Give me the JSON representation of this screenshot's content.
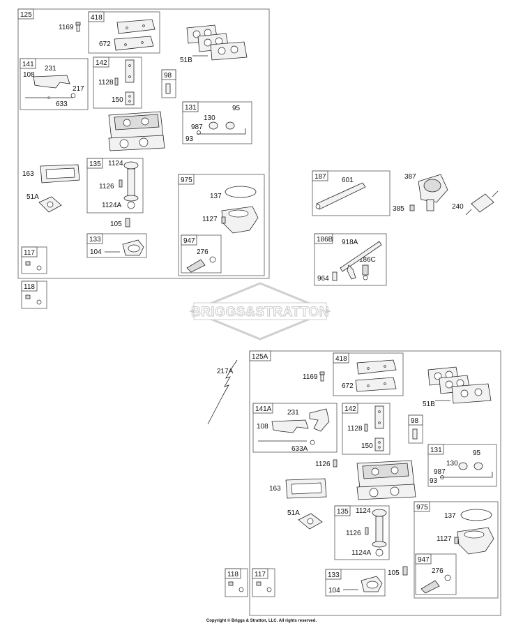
{
  "watermark": "BRIGGS&STRATTON",
  "copyright": "Copyright © Briggs & Stratton, LLC. All rights reserved.",
  "groups": {
    "g125": "125",
    "g418": "418",
    "g141": "141",
    "g142": "142",
    "g98": "98",
    "g131": "131",
    "g135": "135",
    "g975": "975",
    "g947": "947",
    "g133": "133",
    "g117": "117",
    "g118": "118",
    "g187": "187",
    "g186b": "186B",
    "g125a": "125A",
    "g418b": "418",
    "g141a": "141A",
    "g142b": "142",
    "g98b": "98",
    "g131b": "131",
    "g135b": "135",
    "g975b": "975",
    "g947b": "947",
    "g133b": "133",
    "g118b": "118",
    "g117b": "117"
  },
  "parts": {
    "p1169": "1169",
    "p672": "672",
    "p51b": "51B",
    "p108": "108",
    "p231": "231",
    "p217": "217",
    "p633": "633",
    "p1128": "1128",
    "p150": "150",
    "p130": "130",
    "p95": "95",
    "p987": "987",
    "p93": "93",
    "p163": "163",
    "p1124": "1124",
    "p1126": "1126",
    "p51a": "51A",
    "p1124a": "1124A",
    "p105": "105",
    "p137": "137",
    "p1127": "1127",
    "p276": "276",
    "p104": "104",
    "p601": "601",
    "p387": "387",
    "p385": "385",
    "p240": "240",
    "p918a": "918A",
    "p186c": "186C",
    "p964": "964",
    "p217a": "217A",
    "q1169": "1169",
    "q672": "672",
    "q51b": "51B",
    "q231": "231",
    "q108": "108",
    "q633a": "633A",
    "q1128": "1128",
    "q150": "150",
    "q95": "95",
    "q130": "130",
    "q987": "987",
    "q93": "93",
    "q1126top": "1126",
    "q163": "163",
    "q51a": "51A",
    "q1124": "1124",
    "q1126": "1126",
    "q1124a": "1124A",
    "q137": "137",
    "q1127": "1127",
    "q276": "276",
    "q105": "105",
    "q104": "104"
  }
}
